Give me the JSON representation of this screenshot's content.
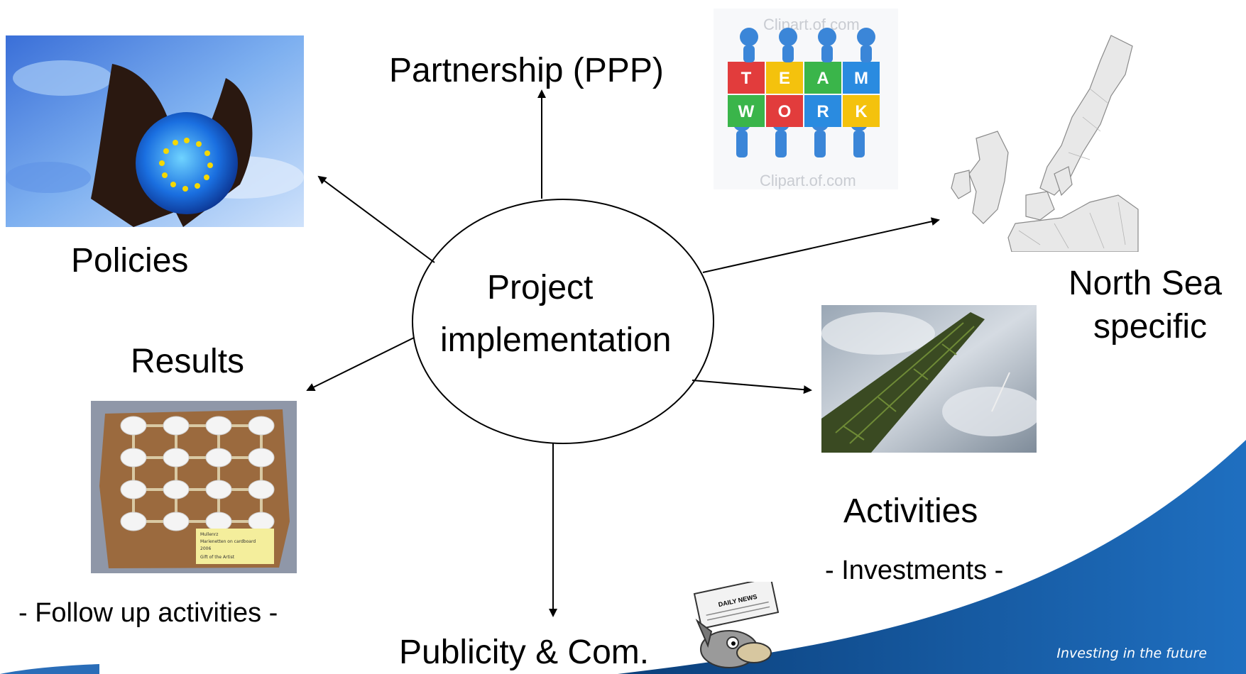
{
  "center": {
    "line1": "Project",
    "line2": "implementation"
  },
  "nodes": {
    "partnership": "Partnership (PPP)",
    "policies": "Policies",
    "north_sea_line1": "North Sea",
    "north_sea_line2": "specific",
    "results": "Results",
    "results_sub": "- Follow up activities -",
    "activities": "Activities",
    "activities_sub": "- Investments -",
    "publicity": "Publicity & Com."
  },
  "images": {
    "policies": "globe-in-hands-image",
    "partnership": "teamwork-puzzle-image",
    "north_sea": "europe-map-image",
    "results": "cardboard-model-image",
    "activities": "drilling-tower-image",
    "publicity": "newspaper-dog-image"
  },
  "watermark": {
    "top": "Clipart.of.com",
    "bottom": "Clipart.of.com"
  },
  "puzzle_letters": [
    "T",
    "E",
    "A",
    "M",
    "W",
    "O",
    "R",
    "K"
  ],
  "note_text": [
    "Mullenrz",
    "Marienetten on cardboard",
    "2006",
    "Gift of the Artist"
  ],
  "newspaper_mast": "DAILY NEWS",
  "footer": {
    "tagline": "Investing in the future"
  },
  "colors": {
    "banner_dark": "#0b3f7a",
    "banner_light": "#2a7fd0",
    "arrow": "#000000"
  }
}
